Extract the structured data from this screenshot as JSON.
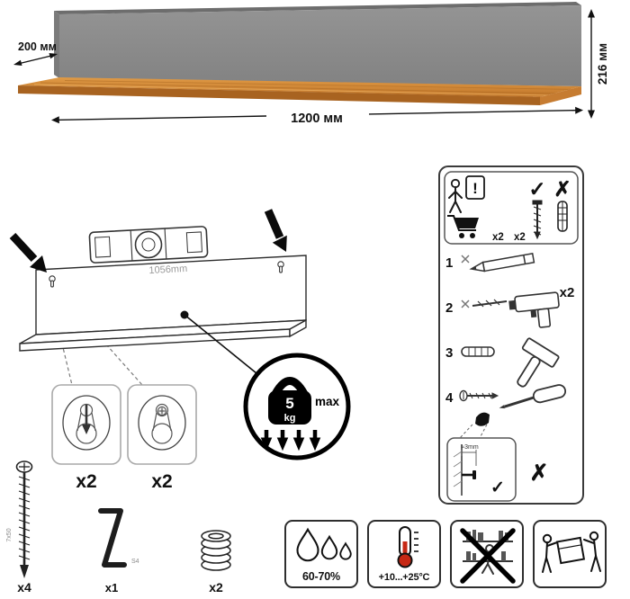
{
  "dimensions": {
    "depth": "200 мм",
    "width": "1200 мм",
    "height": "216 мм",
    "mount_spacing": "1056mm"
  },
  "weight_limit": {
    "value": "5",
    "unit": "kg",
    "max": "max"
  },
  "details": {
    "keyhole_left_qty": "x2",
    "keyhole_right_qty": "x2"
  },
  "hardware": {
    "screw_qty": "x4",
    "screw_size": "7x50",
    "hex_key_qty": "x1",
    "hex_key_size": "S4",
    "caps_qty": "x2"
  },
  "install_panel": {
    "qty": "x2",
    "warning": {
      "exclamation": "!",
      "check": "✓",
      "cross": "✗",
      "qty_a": "x2",
      "qty_b": "x2"
    },
    "steps": [
      {
        "n": "1"
      },
      {
        "n": "2"
      },
      {
        "n": "3"
      },
      {
        "n": "4"
      }
    ],
    "inset": {
      "note": "≈3mm",
      "check": "✓",
      "cross": "✗"
    }
  },
  "conditions": {
    "humidity": "60-70%",
    "temperature": "+10...+25°C"
  }
}
